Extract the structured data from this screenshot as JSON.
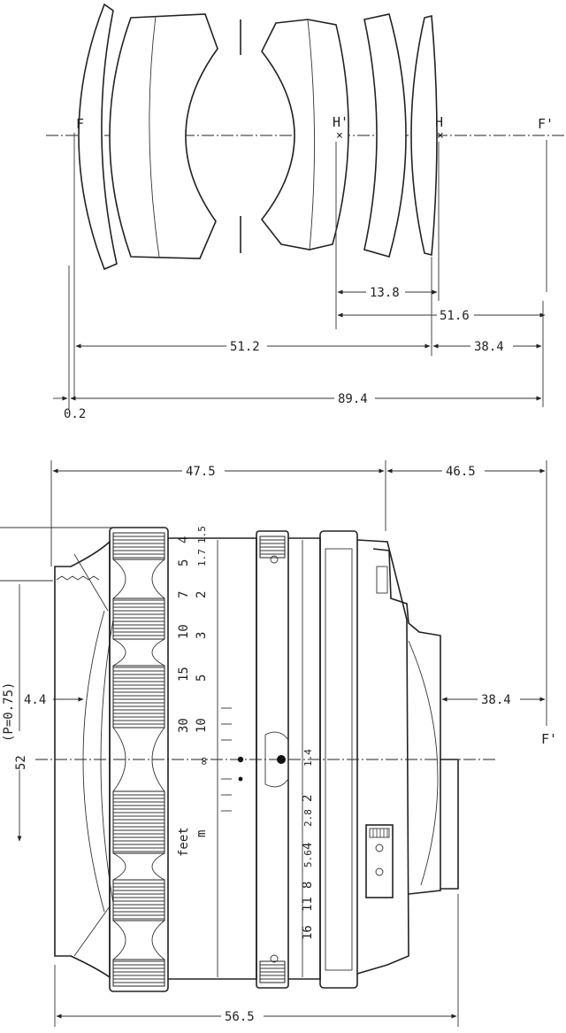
{
  "optical": {
    "points": {
      "f_front": "F",
      "h_prime": "H'",
      "h": "H",
      "f_rear": "F'"
    },
    "dims": {
      "hh": "13.8",
      "back": "51.6",
      "front": "51.2",
      "bfd": "38.4",
      "total": "89.4",
      "offset": "0.2"
    }
  },
  "lens": {
    "dims": {
      "front_len": "47.5",
      "rear_len": "46.5",
      "bfd": "38.4",
      "total_len": "56.5",
      "offset": "4.4",
      "dia": "52",
      "filter": "(P=0.75)",
      "f_prime": "F'"
    },
    "feet_label": "feet",
    "m_label": "m",
    "distance_feet": [
      "30",
      "15",
      "10",
      "7",
      "5",
      "4"
    ],
    "distance_m": [
      "10",
      "5",
      "3",
      "2",
      "1.7",
      "1.5"
    ],
    "infinity": "∞",
    "apertures": [
      "1.4",
      "2",
      "2.8",
      "4",
      "5.6",
      "8",
      "11",
      "16"
    ]
  }
}
